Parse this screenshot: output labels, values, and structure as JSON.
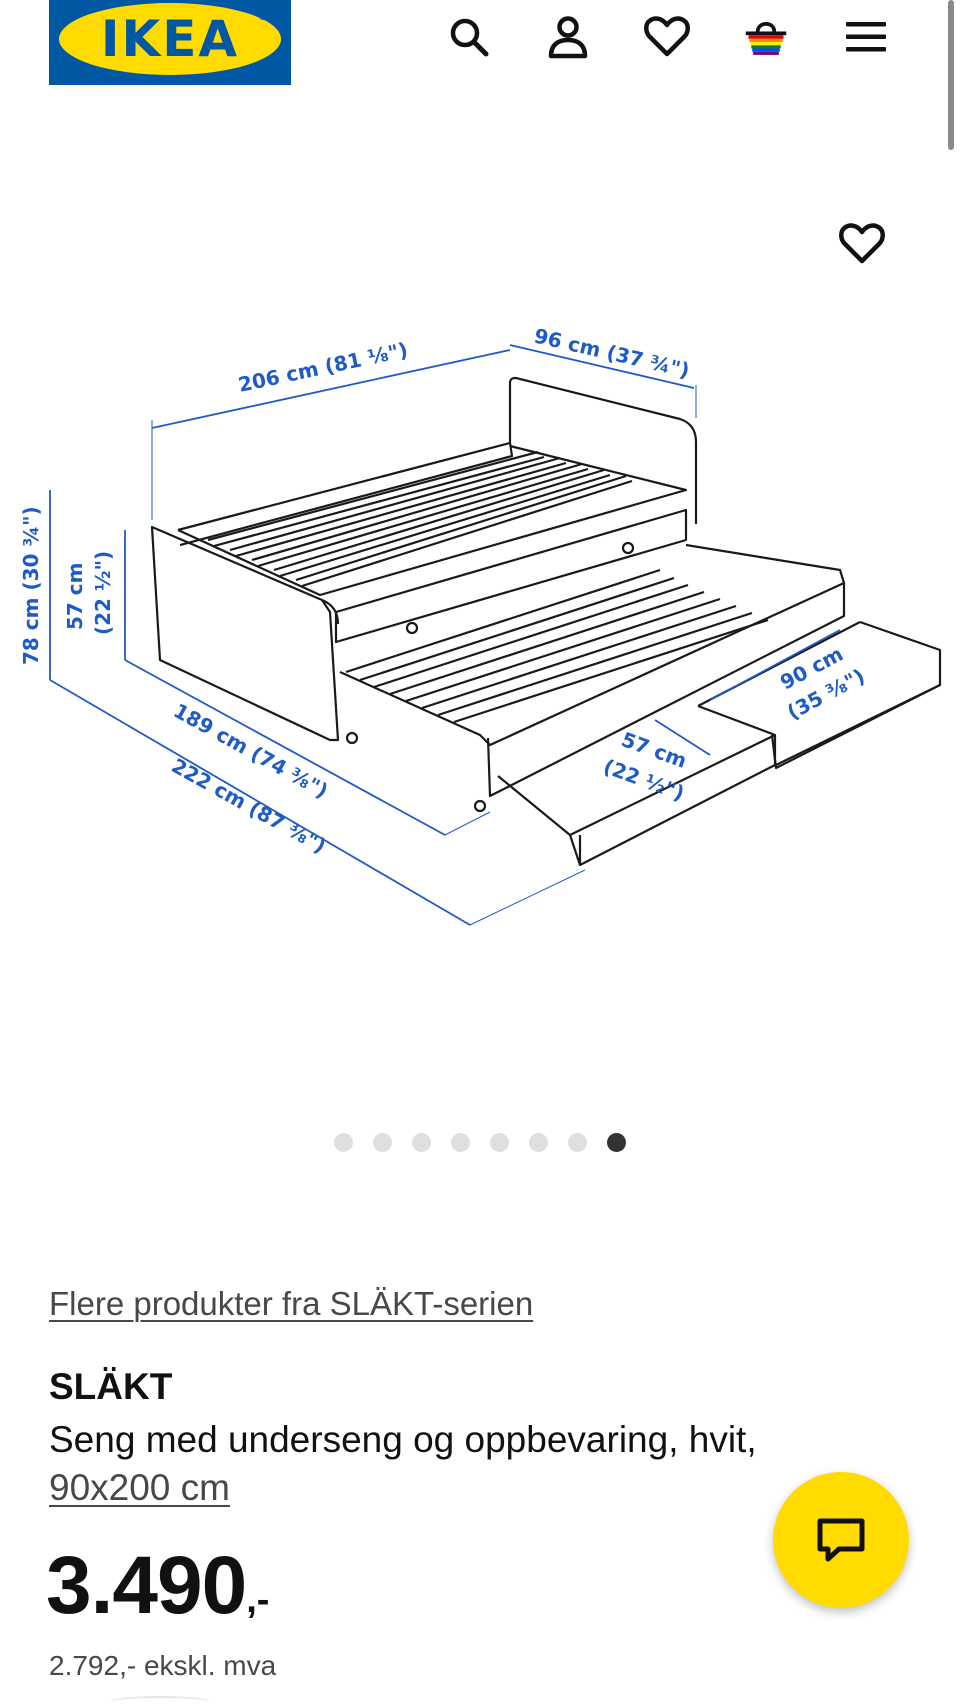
{
  "header": {
    "logo_text": "IKEA",
    "logo_reg": "®",
    "icons": [
      "search-icon",
      "account-icon",
      "heart-icon",
      "basket-icon",
      "menu-icon"
    ]
  },
  "colors": {
    "ikea_blue": "#0058a3",
    "ikea_yellow": "#ffdb00",
    "dimension_blue": "#1f5bc5",
    "text_dark": "#111111",
    "text_grey": "#484848"
  },
  "gallery": {
    "total_images": 8,
    "active_index": 7,
    "dimensions": {
      "length_top": "206 cm (81 ⅛\")",
      "width_top": "96 cm (37 ¾\")",
      "height_total": "78 cm (30 ¾\")",
      "height_side": "57 cm",
      "height_side_in": "(22 ½\")",
      "length_inner": "189 cm (74 ⅜\")",
      "length_outer": "222 cm (87 ⅜\")",
      "drawer_depth": "57 cm",
      "drawer_depth_in": "(22 ½\")",
      "drawer_width": "90 cm",
      "drawer_width_in": "(35 ⅜\")"
    }
  },
  "product": {
    "series_link": "Flere produkter fra SLÄKT-serien",
    "name": "SLÄKT",
    "description": "Seng med underseng og oppbevaring, hvit,",
    "size": "90x200 cm",
    "price_main": "3.490",
    "price_suffix": ",-",
    "price_ex_vat": "2.792,- ekskl. mva"
  }
}
